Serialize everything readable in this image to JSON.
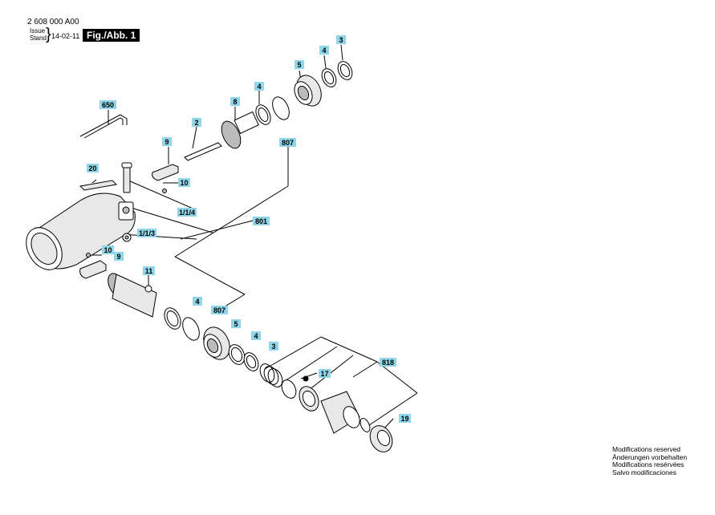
{
  "header": {
    "part_number": "2 608 000 A00",
    "issue_label": "Issue",
    "stand_label": "Stand",
    "issue_date": "14-02-11",
    "figure_label": "Fig./Abb. 1"
  },
  "callouts": [
    "650",
    "9",
    "2",
    "8",
    "4",
    "5",
    "4",
    "3",
    "807",
    "20",
    "10",
    "1/1/4",
    "801",
    "1/1/3",
    "10",
    "9",
    "11",
    "4",
    "807",
    "5",
    "4",
    "3",
    "818",
    "17",
    "19"
  ],
  "disclaimer": [
    "Modifications reserved",
    "Änderungen vorbehalten",
    "Modifications resérvées",
    "Salvo modificaciones"
  ]
}
